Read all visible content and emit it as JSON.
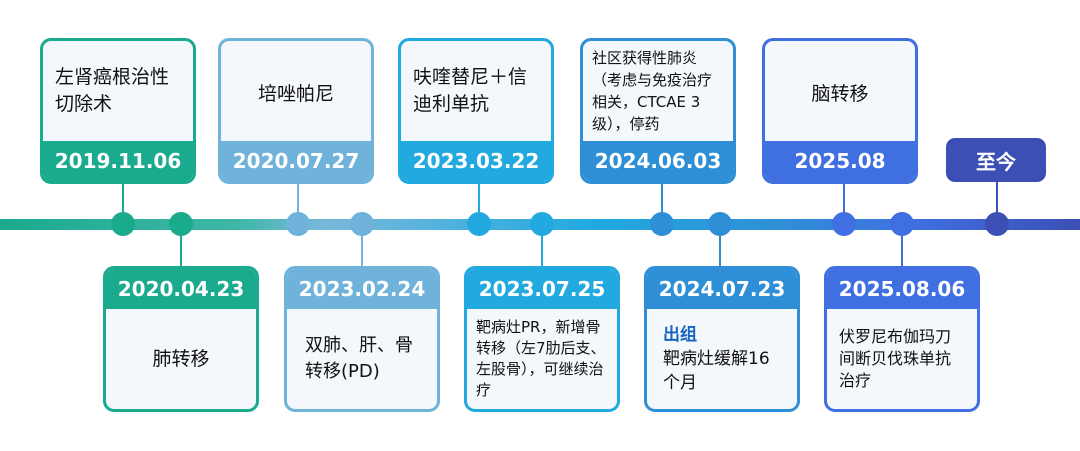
{
  "events": [
    {
      "date": "2019.11.06",
      "text": "左肾癌根治性切除术",
      "color": "#1aaa8e"
    },
    {
      "date": "2020.04.23",
      "text": "肺转移",
      "color": "#1aaa8e"
    },
    {
      "date": "2020.07.27",
      "text": "培唑帕尼",
      "color": "#6fb2da"
    },
    {
      "date": "2023.02.24",
      "text": "双肺、肝、骨转移(PD)",
      "color": "#6fb2da"
    },
    {
      "date": "2023.03.22",
      "text": "呋喹替尼＋信迪利单抗",
      "color": "#21a9e0"
    },
    {
      "date": "2023.07.25",
      "text": "靶病灶PR，新增骨转移（左7肋后支、左股骨），可继续治疗",
      "color": "#21a9e0"
    },
    {
      "date": "2024.06.03",
      "text": "社区获得性肺炎（考虑与免疫治疗相关，CTCAE 3级），停药",
      "color": "#2f8fd6"
    },
    {
      "date": "2024.07.23",
      "highlight": "出组",
      "text": "靶病灶缓解16个月",
      "color": "#2f8fd6"
    },
    {
      "date": "2025.08",
      "text": "脑转移",
      "color": "#3f6fe0"
    },
    {
      "date": "2025.08.06",
      "text": "伏罗尼布伽玛刀间断贝伐珠单抗治疗",
      "color": "#3f6fe0"
    }
  ],
  "now_label": "至今",
  "colors": {
    "axis_start": "#1aaa8e",
    "axis_end": "#3b4fb5",
    "card_bg": "#f4f7fb",
    "highlight": "#1565c0"
  }
}
